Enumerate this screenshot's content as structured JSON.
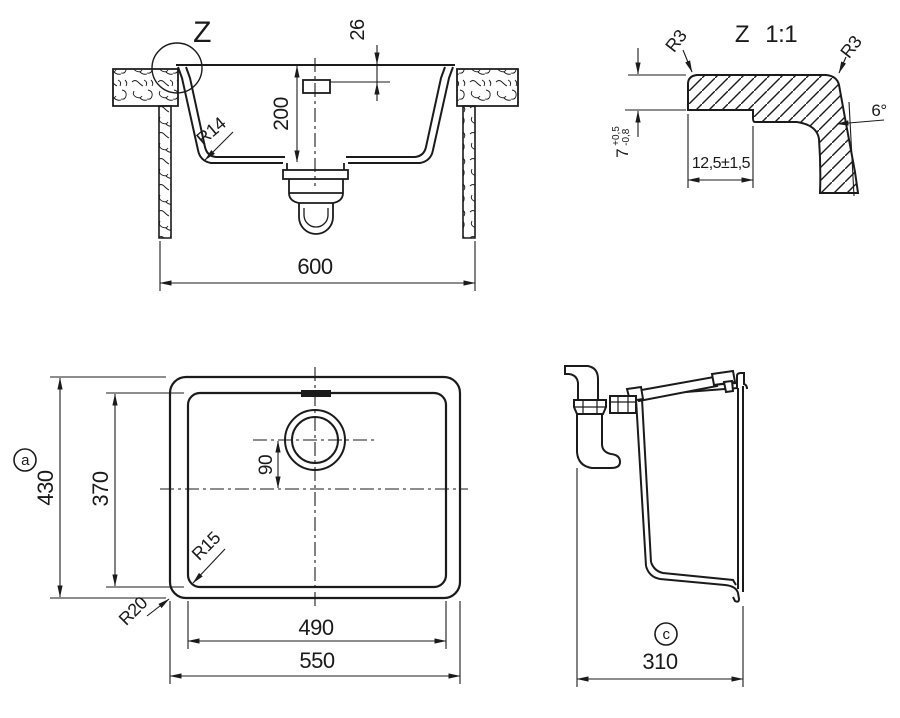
{
  "meta": {
    "background": "#ffffff",
    "ink": "#1b1b1b",
    "drawing_type": "sink technical drawing"
  },
  "section_view": {
    "detail_marker": "Z",
    "dim_rim_offset": "26",
    "dim_depth": "200",
    "dim_bottom_radius": "R14",
    "dim_overall_width": "600"
  },
  "detail_view": {
    "title": "Z 1:1",
    "radius_left": "R3",
    "radius_right": "R3",
    "angle": "6°",
    "thickness": "7",
    "thickness_tol_plus": "+0,5",
    "thickness_tol_minus": "-0,8",
    "rim_width": "12,5±1,5"
  },
  "top_view": {
    "marker": "a",
    "dim_outer_height": "430",
    "dim_inner_height": "370",
    "dim_drain_offset": "90",
    "dim_inner_radius": "R15",
    "dim_outer_radius": "R20",
    "dim_inner_width": "490",
    "dim_outer_width": "550"
  },
  "side_view": {
    "marker": "c",
    "dim_depth": "310"
  }
}
